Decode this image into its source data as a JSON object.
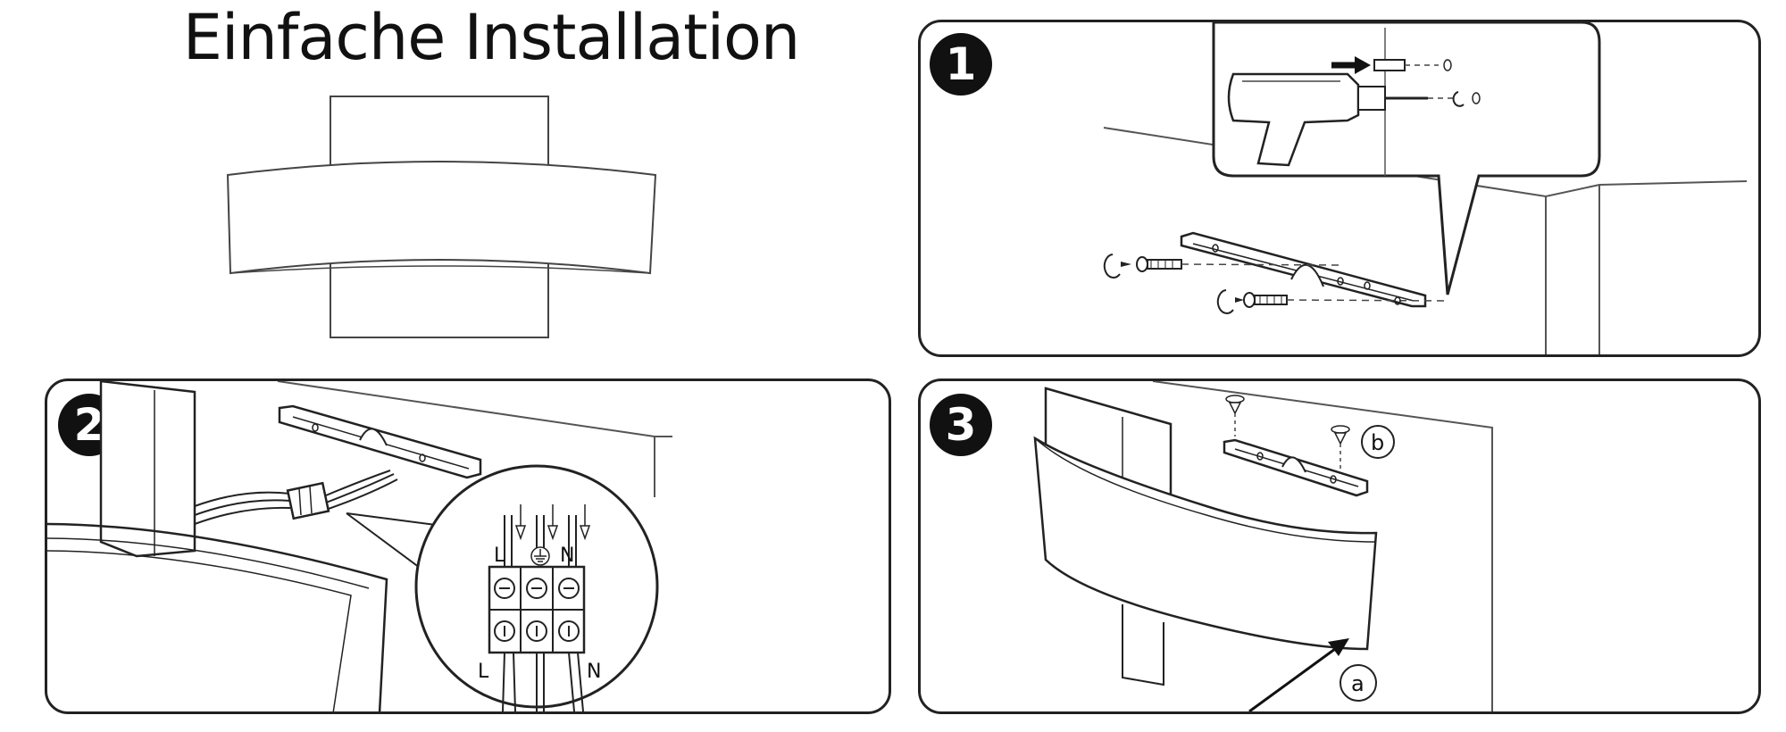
{
  "title": "Einfache Installation",
  "steps": [
    {
      "number": "1"
    },
    {
      "number": "2",
      "labels": {
        "top_left": "L",
        "top_right": "N",
        "bottom_left": "L",
        "bottom_right": "N"
      }
    },
    {
      "number": "3",
      "labels": {
        "a": "a",
        "b": "b"
      }
    }
  ]
}
